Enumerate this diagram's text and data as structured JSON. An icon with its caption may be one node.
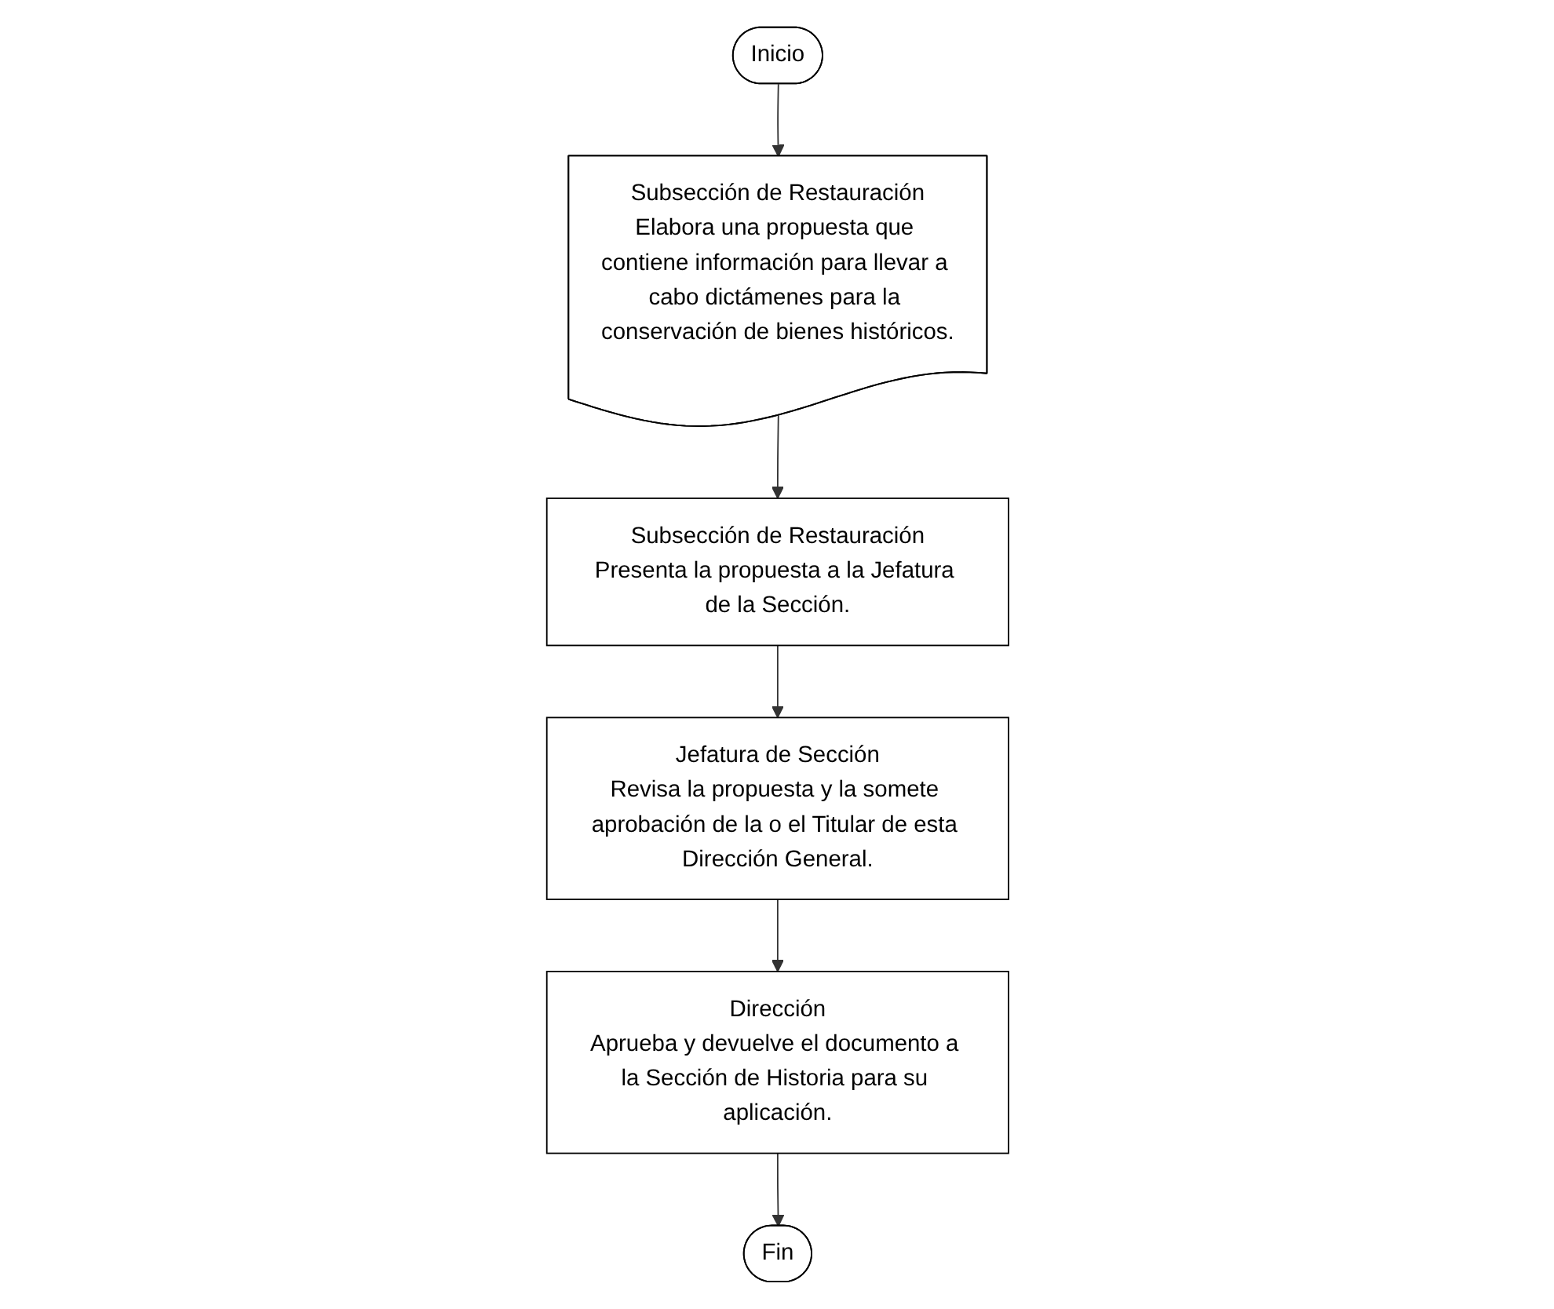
{
  "diagram": {
    "nodes": [
      {
        "text": [
          "Inicio"
        ]
      },
      {
        "text": [
          "Subsección de Restauración",
          "Elabora una propuesta que contiene información para llevar a cabo dictámenes para la conservación de bienes históricos."
        ]
      },
      {
        "text": [
          "Subsección de Restauración",
          "Presenta la propuesta a la Jefatura de la Sección."
        ]
      },
      {
        "text": [
          "Jefatura de Sección",
          "Revisa la propuesta y la somete aprobación de la o el Titular de esta Dirección General."
        ]
      },
      {
        "text": [
          "Dirección",
          "Aprueba y devuelve el documento a la Sección de Historia para su aplicación."
        ]
      },
      {
        "text": [
          "Fin"
        ]
      }
    ],
    "edges": [
      {
        "from": 0,
        "to": 1,
        "arrow": "to"
      },
      {
        "from": 1,
        "to": 2,
        "arrow": "to"
      },
      {
        "from": 2,
        "to": 3,
        "arrow": "to"
      },
      {
        "from": 3,
        "to": 4,
        "arrow": "to"
      },
      {
        "from": 4,
        "to": 5,
        "arrow": "to"
      }
    ]
  }
}
